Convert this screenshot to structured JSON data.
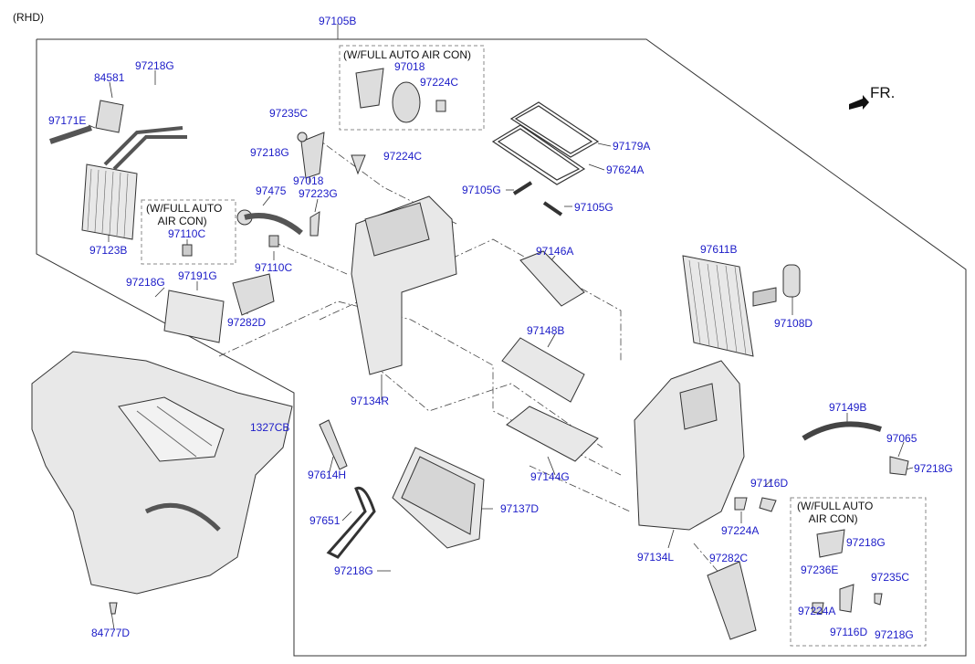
{
  "header": {
    "variant": "(RHD)",
    "direction": "FR."
  },
  "notes": {
    "top": "(W/FULL AUTO AIR CON)",
    "left": "(W/FULL AUTO\n    AIR CON)",
    "right": "(W/FULL AUTO\n    AIR CON)"
  },
  "parts": [
    {
      "id": "97105B"
    },
    {
      "id": "97218G"
    },
    {
      "id": "84581"
    },
    {
      "id": "97171E"
    },
    {
      "id": "97123B"
    },
    {
      "id": "97110C"
    },
    {
      "id": "97218G"
    },
    {
      "id": "97191G"
    },
    {
      "id": "97282D"
    },
    {
      "id": "97475"
    },
    {
      "id": "97110C"
    },
    {
      "id": "97223G"
    },
    {
      "id": "97018"
    },
    {
      "id": "97218G"
    },
    {
      "id": "97235C"
    },
    {
      "id": "97224C"
    },
    {
      "id": "97018"
    },
    {
      "id": "97224C"
    },
    {
      "id": "97179A"
    },
    {
      "id": "97624A"
    },
    {
      "id": "97105G"
    },
    {
      "id": "97105G"
    },
    {
      "id": "97146A"
    },
    {
      "id": "97611B"
    },
    {
      "id": "97108D"
    },
    {
      "id": "97148B"
    },
    {
      "id": "97144G"
    },
    {
      "id": "97134R"
    },
    {
      "id": "97614H"
    },
    {
      "id": "97137D"
    },
    {
      "id": "97651"
    },
    {
      "id": "97218G"
    },
    {
      "id": "1327CB"
    },
    {
      "id": "84777D"
    },
    {
      "id": "97149B"
    },
    {
      "id": "97065"
    },
    {
      "id": "97218G"
    },
    {
      "id": "97116D"
    },
    {
      "id": "97224A"
    },
    {
      "id": "97134L"
    },
    {
      "id": "97282C"
    },
    {
      "id": "97218G"
    },
    {
      "id": "97236E"
    },
    {
      "id": "97235C"
    },
    {
      "id": "97224A"
    },
    {
      "id": "97116D"
    },
    {
      "id": "97218G"
    }
  ],
  "colors": {
    "label": "#1c1cc8",
    "line": "#333333",
    "part_fill": "#e8e8e8",
    "note_box": "#888888"
  }
}
